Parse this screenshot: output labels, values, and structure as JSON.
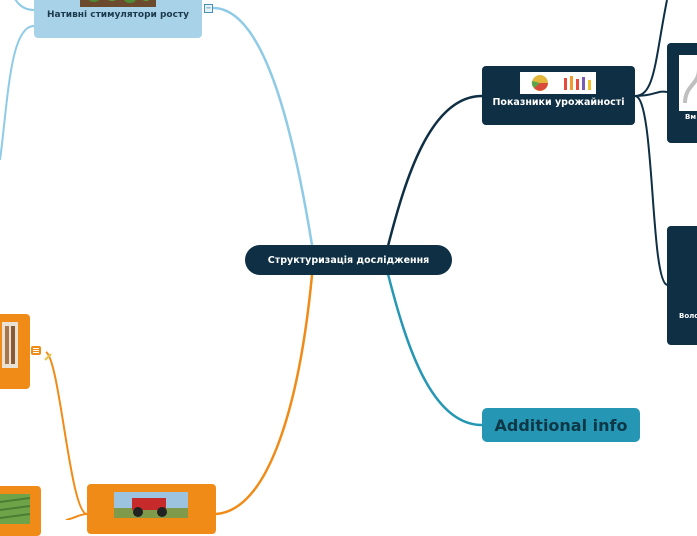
{
  "map": {
    "center": {
      "label": "Структуризація дослідження"
    },
    "yield_topic": {
      "label": "Показники урожайності",
      "image": "pie-and-bar-charts-image"
    },
    "additional_info": {
      "label": "Additional info"
    },
    "stimulators_topic": {
      "label": "Нативні стимулятори росту",
      "image": "seedlings-photo"
    },
    "right_sub_1": {
      "label": "Вм"
    },
    "right_sub_2": {
      "label": "Воло"
    },
    "left_orange_1": {
      "image": "soil-samples-photo"
    },
    "left_orange_2": {
      "image": "tractor-photo"
    },
    "left_orange_3": {
      "image": "green-field-photo"
    }
  },
  "colors": {
    "dark_topic": "#0e2f44",
    "additional_info": "#2597b4",
    "light_blue": "#a7d2e8",
    "orange": "#f08b17",
    "link_light": "#8fcbe6",
    "link_teal": "#2597b4"
  }
}
